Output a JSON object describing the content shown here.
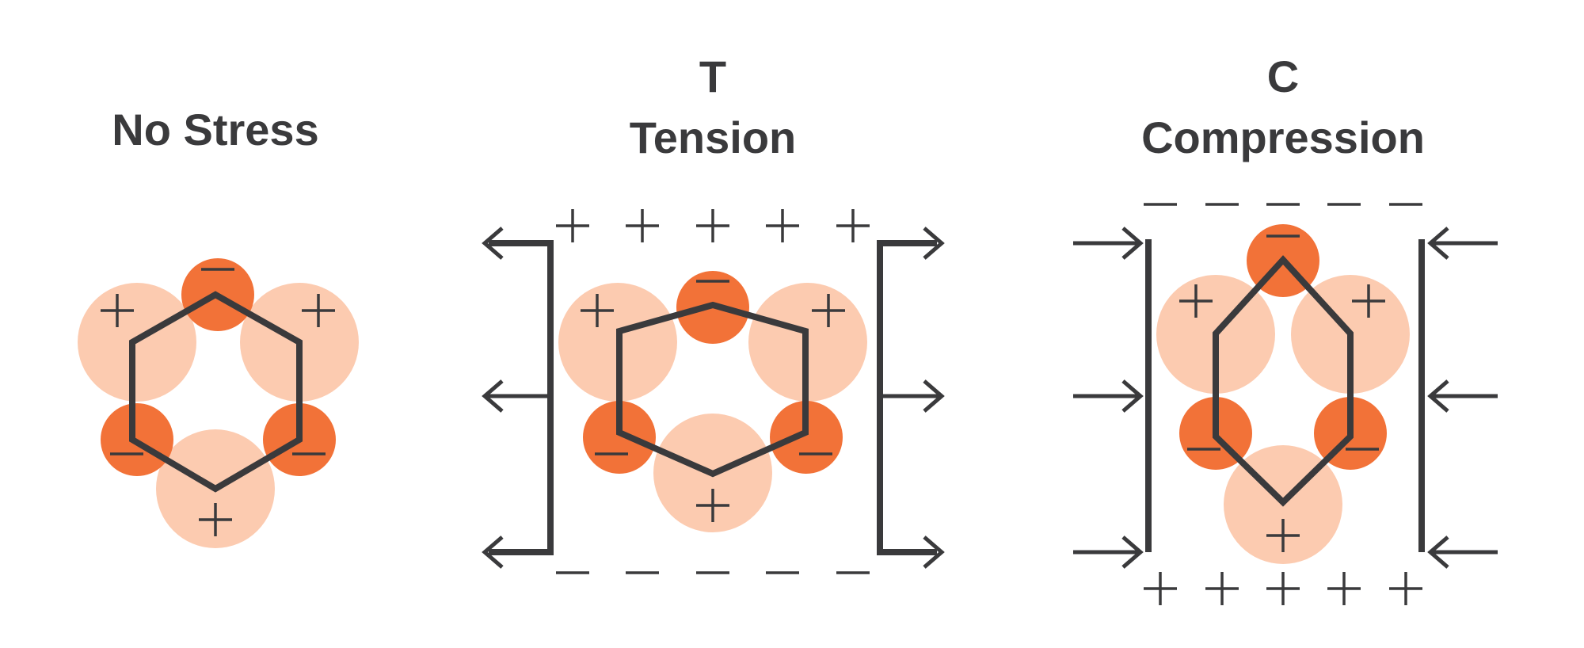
{
  "colors": {
    "ion_light": "#fccbb0",
    "ion_dark": "#f27238",
    "ink": "#3a3a3c"
  },
  "panels": [
    {
      "id": "no-stress",
      "letter": "",
      "title": "No Stress",
      "light_ion_charge": "+",
      "dark_ion_charge": "−"
    },
    {
      "id": "tension",
      "letter": "T",
      "title": "Tension",
      "light_ion_charge": "+",
      "dark_ion_charge": "−",
      "top_surface_charge": "+",
      "bottom_surface_charge": "−",
      "force_direction": "outward"
    },
    {
      "id": "compression",
      "letter": "C",
      "title": "Compression",
      "light_ion_charge": "+",
      "dark_ion_charge": "−",
      "top_surface_charge": "−",
      "bottom_surface_charge": "+",
      "force_direction": "inward"
    }
  ]
}
